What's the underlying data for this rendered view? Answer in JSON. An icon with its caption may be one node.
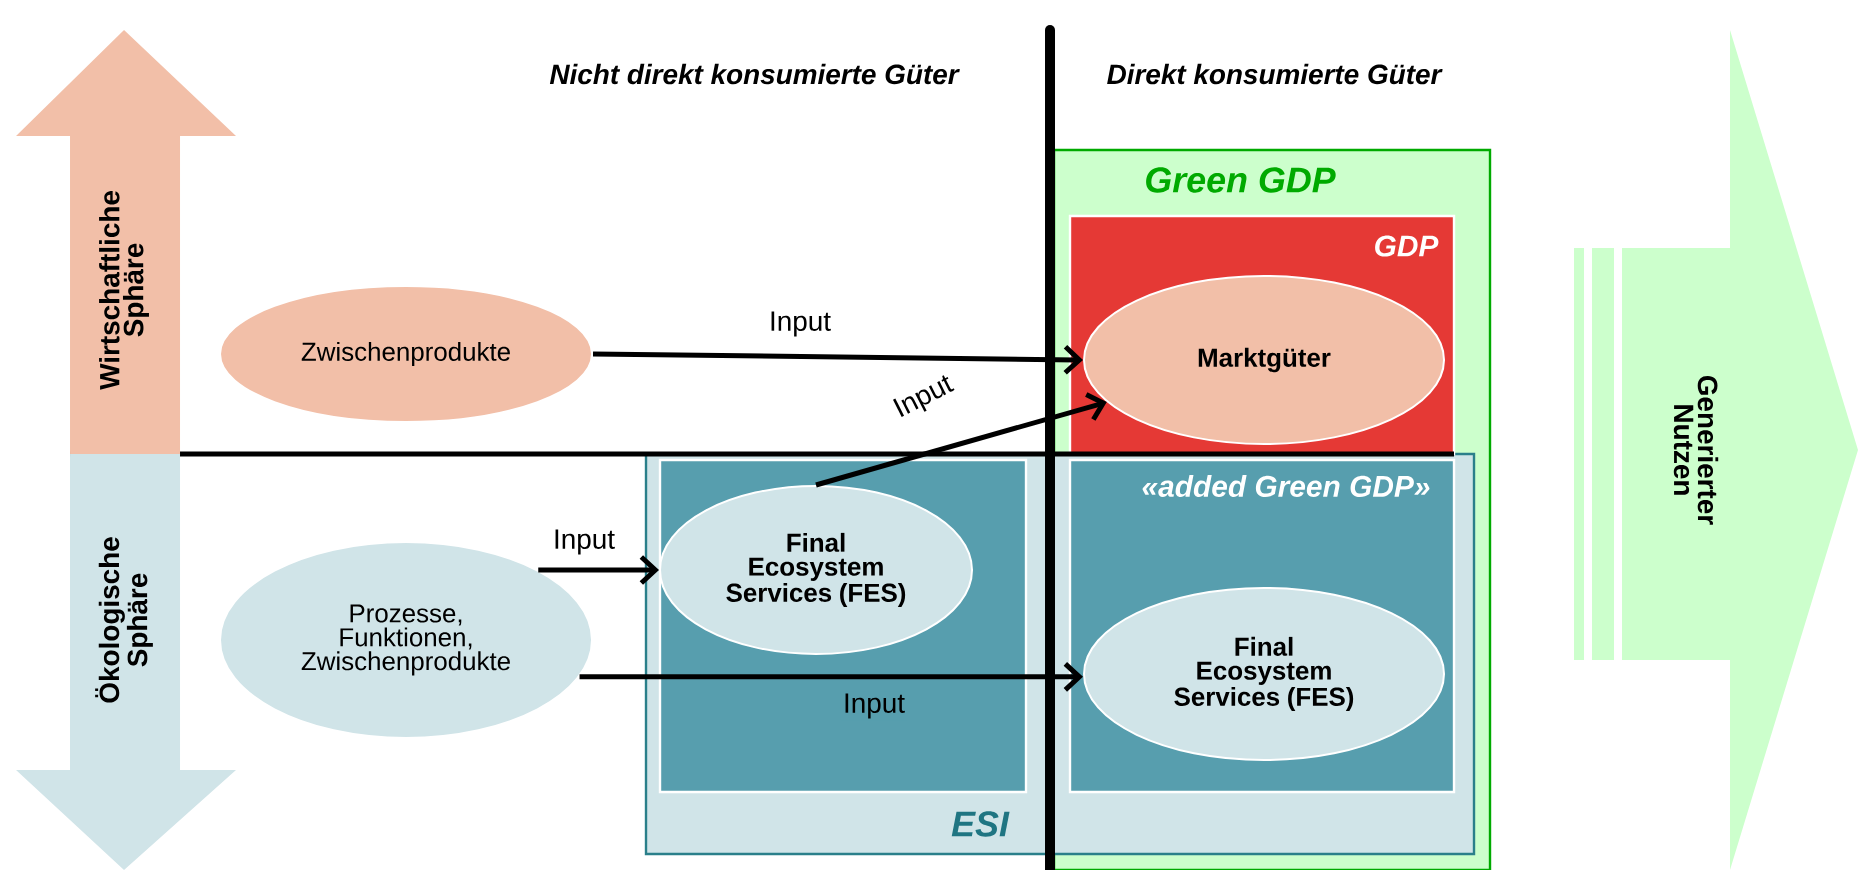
{
  "diagram": {
    "nodes": [
      {
        "text": [
          "Wirtschaftliche Sphäre"
        ]
      },
      {
        "text": [
          "Zwischenprodukte"
        ]
      },
      {
        "text": [
          "Green GDP"
        ]
      },
      {
        "text": [
          "GDP"
        ],
        "in": 2
      },
      {
        "text": [
          "Marktgüter"
        ],
        "in": 3
      },
      {
        "text": [
          "Generierter Nutzen"
        ]
      },
      {
        "text": [
          "Ökologische Sphäre"
        ]
      },
      {
        "text": [
          "Prozesse, Funktionen, Zwischenprodukte"
        ]
      },
      {
        "text": [
          "ESI"
        ]
      },
      {
        "text": [],
        "shape": "box",
        "in": 8
      },
      {
        "text": [
          "Final Ecosystem Services (FES)"
        ],
        "in": 9
      },
      {
        "text": [
          "«added Green GDP»"
        ]
      },
      {
        "text": [
          "Final Ecosystem Services (FES)"
        ],
        "in": 11
      }
    ],
    "edges": [
      {
        "from": 1,
        "to": 4,
        "arrow": "to",
        "label": "Input"
      },
      {
        "from": 10,
        "to": 4,
        "arrow": "to",
        "label": "Input"
      },
      {
        "from": 7,
        "to": 10,
        "arrow": "to",
        "label": "Input"
      },
      {
        "from": 7,
        "to": 12,
        "arrow": "to",
        "label": "Input"
      }
    ],
    "labels": [
      "Nicht direkt konsumierte Güter",
      "Direkt konsumierte Güter"
    ]
  }
}
